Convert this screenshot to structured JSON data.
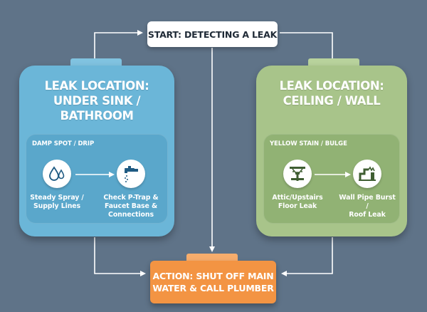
{
  "start": {
    "label": "START: DETECTING A LEAK"
  },
  "left_panel": {
    "title_lines": [
      "LEAK LOCATION:",
      "UNDER SINK / BATHROOM"
    ],
    "sub_label": "DAMP SPOT / DRIP",
    "step1": {
      "icon": "water-drops-icon",
      "lines": [
        "Steady Spray /",
        "Supply Lines"
      ]
    },
    "step2": {
      "icon": "faucet-icon",
      "lines": [
        "Check P-Trap &",
        "Faucet Base &",
        "Connections"
      ]
    }
  },
  "right_panel": {
    "title_lines": [
      "LEAK LOCATION:",
      "CEILING / WALL"
    ],
    "sub_label": "YELLOW STAIN / BULGE",
    "step1": {
      "icon": "ceiling-pipe-leak-icon",
      "lines": [
        "Attic/Upstairs",
        "Floor Leak"
      ]
    },
    "step2": {
      "icon": "burst-pipe-icon",
      "lines": [
        "Wall Pipe Burst /",
        "Roof Leak"
      ]
    }
  },
  "action": {
    "lines": [
      "ACTION: SHUT OFF MAIN",
      "WATER & CALL PLUMBER"
    ]
  },
  "colors": {
    "background": "#5f7388",
    "left_panel": "#6bb6d8",
    "right_panel": "#a8c48a",
    "action": "#f39443",
    "start": "#ffffff"
  }
}
